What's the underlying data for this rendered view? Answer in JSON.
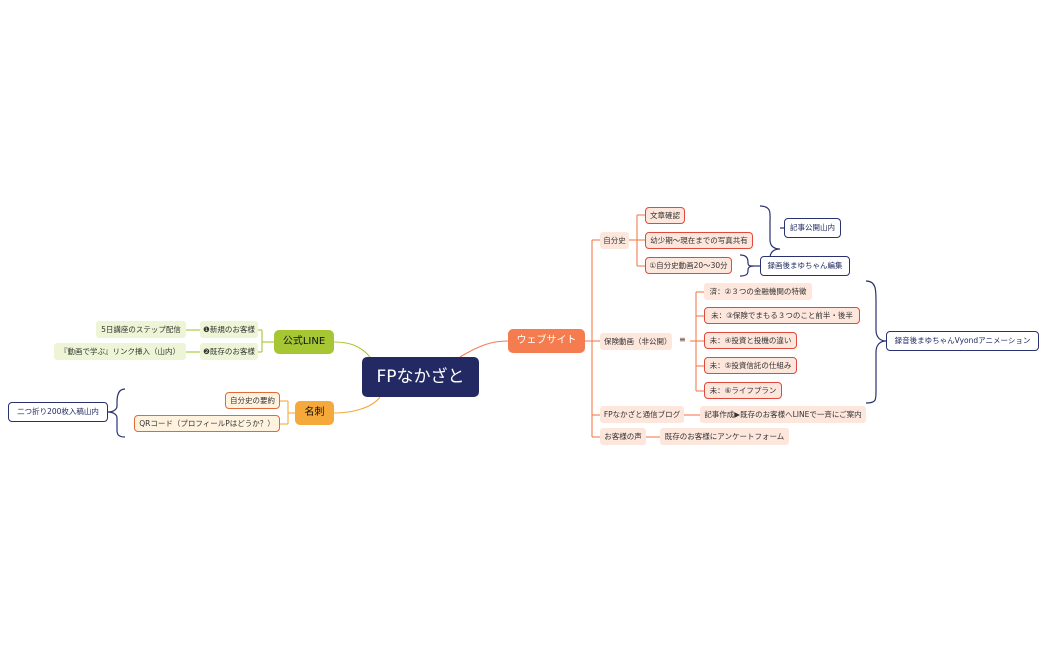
{
  "central": "FPなかざと",
  "web": {
    "label": "ウェブサイト",
    "jibunshi": {
      "label": "自分史",
      "items": [
        "文章確認",
        "幼少期〜現在までの写真共有",
        "①自分史動画20〜30分"
      ],
      "summary1": "記事公開山内",
      "summary2": "録画後まゆちゃん編集"
    },
    "hoken": {
      "label": "保険動画（非公開）",
      "items": [
        "済：②３つの金融機関の特徴",
        "未：③保険でまもる３つのこと前半・後半",
        "未：④投資と投機の違い",
        "未：⑤投資信託の仕組み",
        "未：⑥ライフプラン"
      ],
      "summary": "録音後まゆちゃんVyondアニメーション"
    },
    "blog": {
      "label": "FPなかざと通信ブログ",
      "child": "記事作成▶既存のお客様へLINEで一斉にご案内"
    },
    "voice": {
      "label": "お客様の声",
      "child": "既存のお客様にアンケートフォーム"
    }
  },
  "line": {
    "label": "公式LINE",
    "new": {
      "label": "❶新規のお客様",
      "child": "5日講座のステップ配信"
    },
    "existing": {
      "label": "❷既存のお客様",
      "child": "『動画で学ぶ』リンク挿入（山内）"
    }
  },
  "card": {
    "label": "名刺",
    "items": [
      "自分史の要約",
      "QRコード（プロフィールPはどうか？）"
    ],
    "summary": "二つ折り200枚入稿山内"
  },
  "colors": {
    "central": "#232a63",
    "web": "#f47c4f",
    "line": "#a7c634",
    "card": "#f6a93b",
    "summary": "#2a3170"
  },
  "icons": {
    "notes": "menu-lines-icon"
  }
}
